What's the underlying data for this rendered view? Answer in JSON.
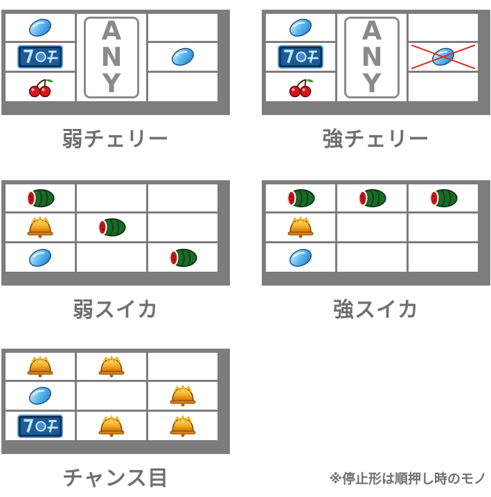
{
  "colors": {
    "frame": "#7d7d7d",
    "caption": "#6f6f6f",
    "cross": "#e03020"
  },
  "panels": [
    {
      "label": "弱チェリー",
      "reels": [
        [
          "replay-icon",
          "seven-icon",
          "cherry-icon"
        ],
        [
          "any",
          "any",
          "any"
        ],
        [
          "",
          "replay-icon",
          ""
        ]
      ],
      "any_text": "ANY",
      "crossed": []
    },
    {
      "label": "強チェリー",
      "reels": [
        [
          "replay-icon",
          "seven-icon",
          "cherry-icon"
        ],
        [
          "any",
          "any",
          "any"
        ],
        [
          "",
          "replay-icon",
          ""
        ]
      ],
      "any_text": "ANY",
      "crossed": [
        [
          2,
          1
        ]
      ]
    },
    {
      "label": "弱スイカ",
      "reels": [
        [
          "watermelon-icon",
          "bell-icon",
          "replay-icon"
        ],
        [
          "",
          "watermelon-icon",
          ""
        ],
        [
          "",
          "",
          "watermelon-icon"
        ]
      ],
      "crossed": []
    },
    {
      "label": "強スイカ",
      "reels": [
        [
          "watermelon-icon",
          "bell-icon",
          "replay-icon"
        ],
        [
          "watermelon-icon",
          "",
          ""
        ],
        [
          "watermelon-icon",
          "",
          ""
        ]
      ],
      "crossed": []
    },
    {
      "label": "チャンス目",
      "reels": [
        [
          "bell-icon",
          "replay-icon",
          "seven-icon"
        ],
        [
          "bell-icon",
          "",
          "bell-icon"
        ],
        [
          "",
          "bell-icon",
          "bell-icon"
        ]
      ],
      "crossed": []
    }
  ],
  "note": "※停止形は順押し時のモノ"
}
